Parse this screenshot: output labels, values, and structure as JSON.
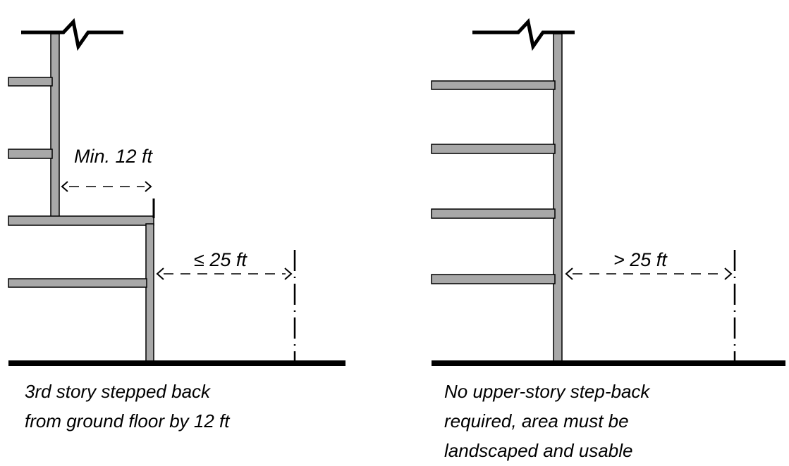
{
  "left_diagram": {
    "dimension_upper": "Min. 12 ft",
    "dimension_lower": "≤ 25 ft",
    "caption": [
      "3rd story stepped back",
      "from ground floor by 12 ft"
    ]
  },
  "right_diagram": {
    "dimension": "> 25 ft",
    "caption": [
      "No upper-story step-back",
      "required, area must be",
      "landscaped and usable"
    ]
  }
}
